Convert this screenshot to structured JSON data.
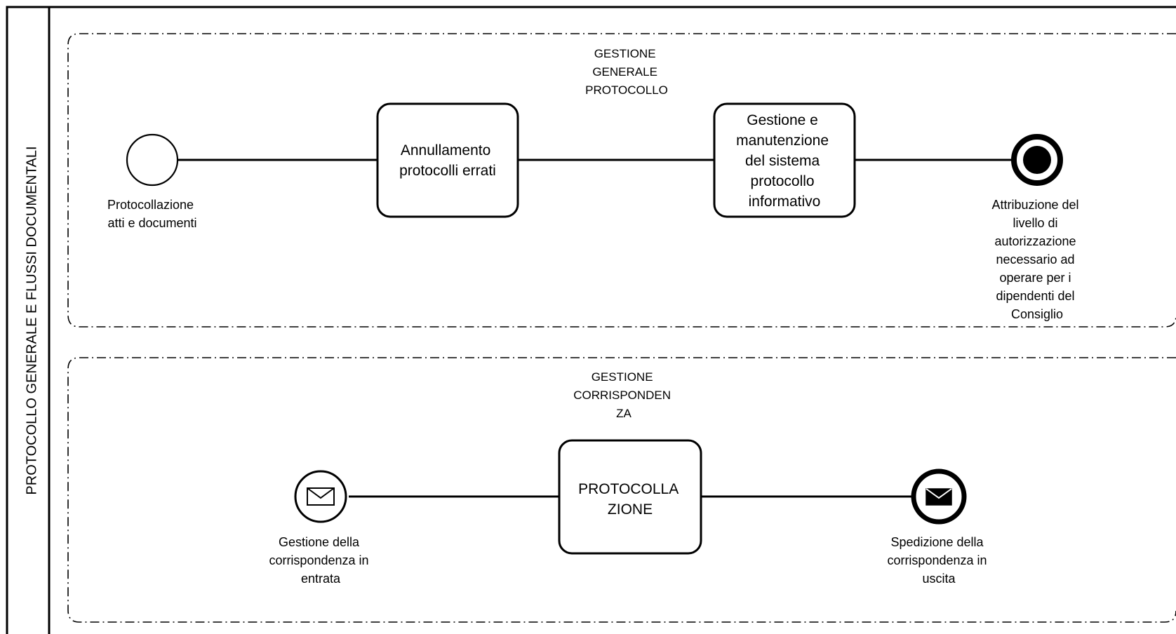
{
  "pool": {
    "label": "PROTOCOLLO GENERALE E FLUSSI DOCUMENTALI"
  },
  "groups": [
    {
      "title_lines": [
        "GESTIONE",
        "GENERALE",
        "PROTOCOLLO"
      ],
      "start_event": {
        "label_lines": [
          "Protocollazione",
          "atti e documenti"
        ]
      },
      "tasks": [
        {
          "label_lines": [
            "Annullamento",
            "protocolli errati"
          ]
        },
        {
          "label_lines": [
            "Gestione e",
            "manutenzione",
            "del sistema",
            "protocollo",
            "informativo"
          ]
        }
      ],
      "end_event": {
        "label_lines": [
          "Attribuzione del",
          "livello di",
          "autorizzazione",
          "necessario ad",
          "operare per i",
          "dipendenti del",
          "Consiglio"
        ]
      }
    },
    {
      "title_lines": [
        "GESTIONE",
        "CORRISPONDEN",
        "ZA"
      ],
      "start_event": {
        "label_lines": [
          "Gestione della",
          "corrispondenza in",
          "entrata"
        ]
      },
      "tasks": [
        {
          "label_lines": [
            "PROTOCOLLA",
            "ZIONE"
          ]
        }
      ],
      "end_event": {
        "label_lines": [
          "Spedizione della",
          "corrispondenza in",
          "uscita"
        ]
      }
    }
  ],
  "icons": {
    "start_message_event": "envelope-outline-icon",
    "end_message_event": "envelope-filled-icon"
  }
}
